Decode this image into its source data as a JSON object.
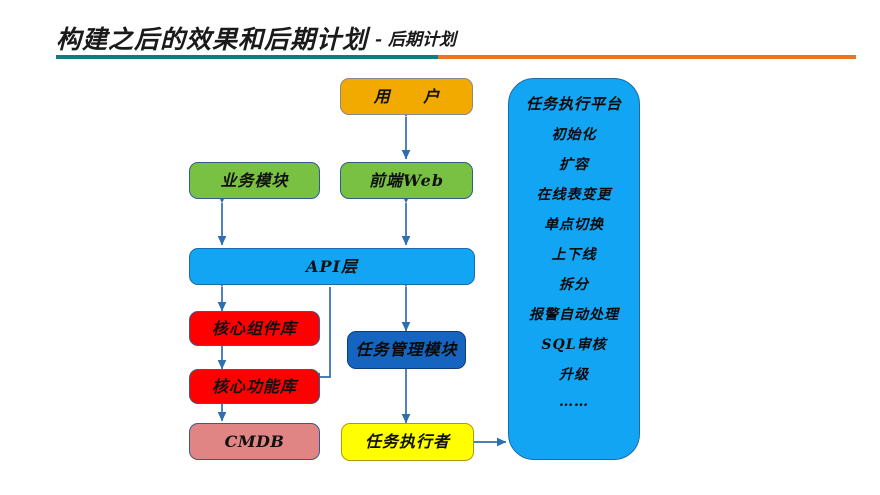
{
  "slide": {
    "title_main": "构建之后的效果和后期计划",
    "title_separator": "-",
    "title_sub": "后期计划",
    "rule_color_left": "#137b80",
    "rule_color_right": "#e8761c"
  },
  "diagram": {
    "nodes": [
      {
        "id": "user",
        "label": "用  户",
        "color": "#f2a900",
        "border": "#8a8a8a"
      },
      {
        "id": "frontend",
        "label": "前端Web",
        "color": "#79c143",
        "border": "#2e5f8a"
      },
      {
        "id": "business",
        "label": "业务模块",
        "color": "#79c143",
        "border": "#2e5f8a"
      },
      {
        "id": "api",
        "label": "API层",
        "color": "#12a5f4",
        "border": "#1b6ca8"
      },
      {
        "id": "corecomp",
        "label": "核心组件库",
        "color": "#ff0000",
        "border": "#3a5a8c"
      },
      {
        "id": "corefunc",
        "label": "核心功能库",
        "color": "#ff0000",
        "border": "#3a5a8c"
      },
      {
        "id": "cmdb",
        "label": "CMDB",
        "color": "#e08484",
        "border": "#3a5a8c"
      },
      {
        "id": "taskmgr",
        "label": "任务管理模块",
        "color": "#1565c0",
        "border": "#0d3f77"
      },
      {
        "id": "taskexec",
        "label": "任务执行者",
        "color": "#ffff00",
        "border": "#b39a00"
      }
    ],
    "arrow_color": "#2e6fad"
  },
  "panel": {
    "title": "任务执行平台",
    "items": [
      "初始化",
      "扩容",
      "在线表变更",
      "单点切换",
      "上下线",
      "拆分",
      "报警自动处理",
      "SQL审核",
      "升级",
      "……"
    ],
    "color": "#12a5f4",
    "border": "#1b6ca8"
  }
}
